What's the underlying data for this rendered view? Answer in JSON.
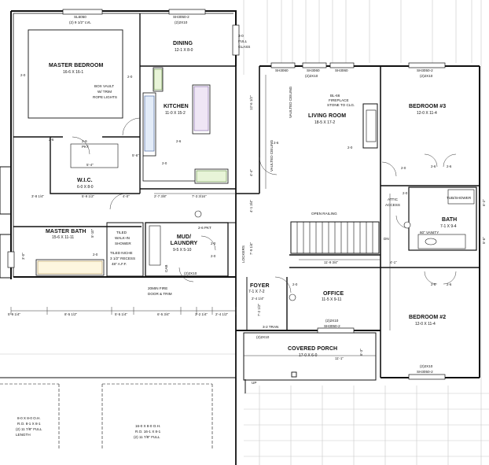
{
  "rooms": {
    "master_bedroom": {
      "name": "MASTER BEDROOM",
      "size": "16-6 X 16-1"
    },
    "dining": {
      "name": "DINING",
      "size": "12-1 X 8-0"
    },
    "kitchen": {
      "name": "KITCHEN",
      "size": "11-0 X 15-2"
    },
    "living_room": {
      "name": "LIVING ROOM",
      "size": "18-5 X 17-2"
    },
    "bedroom3": {
      "name": "BEDROOM #3",
      "size": "12-0 X 11-4"
    },
    "wic": {
      "name": "W.I.C.",
      "size": "6-0 X 8-0"
    },
    "master_bath": {
      "name": "MASTER BATH",
      "size": "15-6 X 11-11"
    },
    "mud_laundry": {
      "name": "MUD/ LAUNDRY",
      "size": "9-5 X 5-10"
    },
    "bath": {
      "name": "BATH",
      "size": "7-1 X 9-4"
    },
    "foyer": {
      "name": "FOYER",
      "size": "7-1 X 7-2"
    },
    "office": {
      "name": "OFFICE",
      "size": "11-5 X 9-11"
    },
    "bedroom2": {
      "name": "BEDROOM #2",
      "size": "12-0 X 11-4"
    },
    "covered_porch": {
      "name": "COVERED PORCH",
      "size": "17-0 X 6-0"
    }
  },
  "notes": {
    "box_vault": [
      "BOX VAULT",
      "W/ TRIM",
      "ROPE LIGHTS"
    ],
    "fireplace": [
      "BL-66",
      "FIREPLACE",
      "STONE TO CLG."
    ],
    "vaulted_ceiling_1": "VAULTED CEILING",
    "vaulted_ceiling_2": "VAULTED CEILING",
    "open_railing": "OPEN RAILING",
    "tiled_shower": [
      "TILED",
      "WALK-IN",
      "SHOWER"
    ],
    "tiled_niche": [
      "TILED NICHE",
      "3 1/2\" RECESS",
      "48\" A.F.F."
    ],
    "fire_door": [
      "20MIN FIRE",
      "DOOR & TRIM"
    ],
    "attic_access": [
      "ATTIC",
      "ACCESS"
    ],
    "tub_shower": "TUB/SHOWER",
    "vanity": "60\" VANITY",
    "full_glass": [
      "3-0",
      "FULL",
      "GLASS"
    ],
    "lockers": "LOCKERS",
    "cab": "CAB",
    "dn": "DN",
    "up": "UP",
    "pkt_1": [
      "2-6",
      "PKT"
    ],
    "pkt_2": "2-6 PKT",
    "tran": "3-2 TRAN",
    "garage_door_1": [
      "8-0 X 8-0 O.H.",
      "R.O. 8-1 X 8-1",
      "(2) 11 7/8\" FULL",
      "LENGTH"
    ],
    "garage_door_2": [
      "16-0 X 8-0 O.H.",
      "R.O. 16-1 X 8-1",
      "(2) 11 7/8\" FULL"
    ]
  },
  "windows": {
    "sl6050": [
      "SL6050",
      "(2) 9 1/2\" LVL"
    ],
    "sh3050_dining": [
      "SH3050-2",
      "(2)2X10"
    ],
    "sh3060_a": "SH3060",
    "sh3060_b": "SH3060",
    "sh3060_c": "SH3060",
    "header_2x10_living": "(2)2X10",
    "sh3050_bed3": [
      "SH3050-2",
      "(2)2X10"
    ],
    "header_mud": "(2)2X10",
    "header_foyer": "(2)2X10",
    "sh3050_office": [
      "(2)2X10",
      "SH3050-2"
    ],
    "sh3050_bed2": [
      "(2)2X10",
      "SH3050-2"
    ]
  },
  "dimensions": {
    "d_2_0_mb_left": "2-0",
    "d_2_0_mb_right": "2-0",
    "d_2_6_mb": "2-6",
    "d_5_4": "5'-4\"",
    "d_5_6": "5'-6\"",
    "d_3_8": "3'-8 1/4\"",
    "d_5_9": "5'-9 1/2\"",
    "d_4_0": "4'-0\"",
    "d_2_7": "2'-7 3/8\"",
    "d_7_3": "7'-3 3/16\"",
    "d_2_0_kit": "2-0",
    "d_2_6_kit": "2-6",
    "d_2_0_lr": "2-0",
    "d_2_6_lr": "2-6",
    "d_2_6_bed3a": "2-6",
    "d_2_6_bed3b": "2-6",
    "d_2_0_lobby": "2-0",
    "d_2_0_bath": "2-0",
    "d_4_1": "4'-1\"",
    "d_11_9": "11'-9 3/4\"",
    "d_2_0_mud": "2-0",
    "d_2_0_mud2": "2-0",
    "d_2_0_foyer": "2-0",
    "d_2_6_bed2a": "2-6",
    "d_2_6_bed2b": "2-6",
    "d_2_4": "2'-4 1/4\"",
    "d_5_9b": "5'-9 1/4\"",
    "d_8_5": "8'-5 1/2\"",
    "d_5_5": "5'-5 1/4\"",
    "d_6_5": "6'-5 3/4\"",
    "d_3_2": "3'-2 1/4\"",
    "d_2_4b": "2'-4 1/2\"",
    "d_11_1": "11'-1\"",
    "d_6_3": "6'-3\"",
    "d_12_6": "12'-6 1/2\"",
    "d_4_1b": "4'-1 3/4\"",
    "d_4_4": "4'-4\"",
    "d_6_2": "6'-2\"",
    "d_7_9": "7'-9 1/4\"",
    "d_5_6b": "5'-6\"",
    "d_7_2": "7'-2 1/2\"",
    "d_2_0_mbath": "2-0",
    "d_3_0": "3'-0\"",
    "d_5_10": "5'-10\""
  }
}
